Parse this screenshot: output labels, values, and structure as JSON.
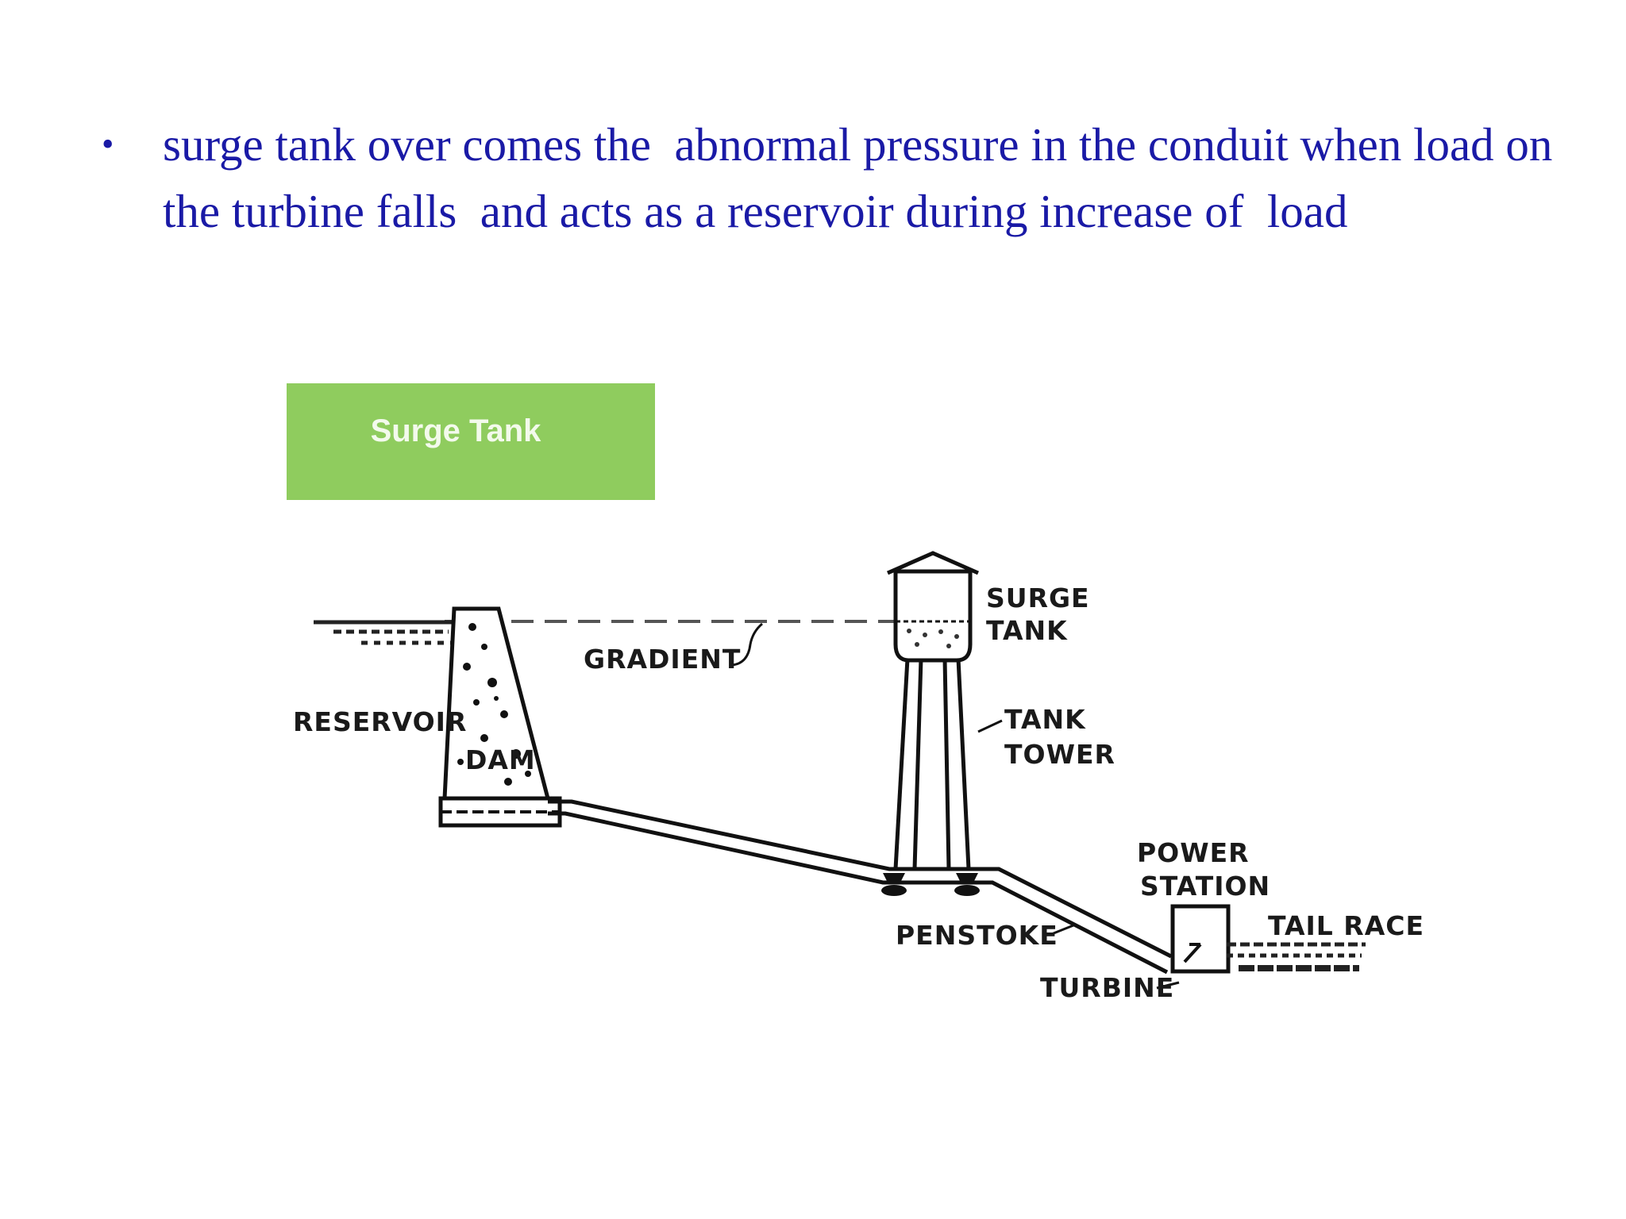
{
  "slide": {
    "bullet": "•",
    "text": "surge tank over comes the  abnormal pressure in the conduit when load on the turbine falls  and acts as a reservoir during increase of  load"
  },
  "figure": {
    "title_tag": "Surge Tank",
    "title_color": "#8fcc5e",
    "labels": {
      "gradient": "GRADIENT",
      "surge": "SURGE",
      "tank": "TANK",
      "reservoir": "RESERVOIR",
      "dam": "DAM",
      "tank2": "TANK",
      "tower": "TOWER",
      "power": "POWER",
      "station": "STATION",
      "tailrace": "TAIL RACE",
      "penstoke": "PENSTOKE",
      "turbine": "TURBINE"
    }
  }
}
